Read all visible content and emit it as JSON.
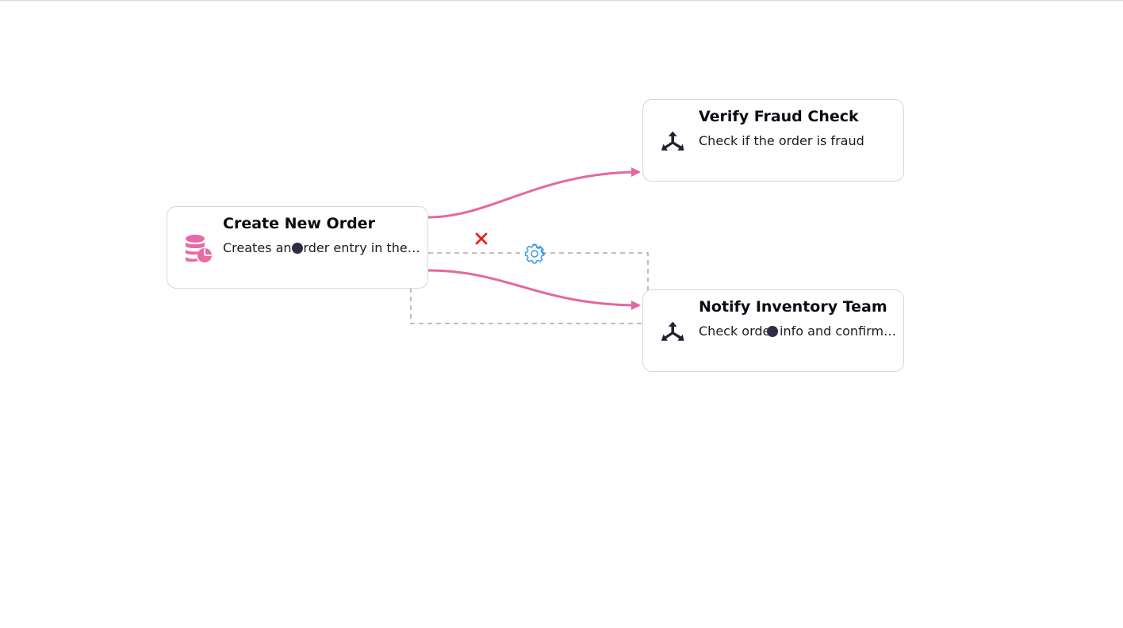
{
  "nodes": [
    {
      "id": "create-order",
      "title": "Create New Order",
      "description": "Creates an order entry in the database",
      "icon": "database-chart-icon",
      "icon_color": "#e86aa6"
    },
    {
      "id": "verify-fraud",
      "title": "Verify Fraud Check",
      "description": "Check if the order is fraud",
      "icon": "split-arrows-icon",
      "icon_color": "#1f2233"
    },
    {
      "id": "notify-inventory",
      "title": "Notify Inventory Team",
      "description": "Check order info and confirm inventory",
      "icon": "split-arrows-icon",
      "icon_color": "#1f2233"
    }
  ],
  "edges": [
    {
      "from": "create-order",
      "to": "verify-fraud"
    },
    {
      "from": "create-order",
      "to": "notify-inventory",
      "selected": true
    }
  ],
  "colors": {
    "edge": "#e5679f",
    "node_border": "#d6d3e6",
    "delete": "#e8231a",
    "settings": "#3b9ee6",
    "selection": "#9a9a9a",
    "handle": "#2d2d44"
  },
  "toolbar": {
    "delete_icon": "close-icon",
    "settings_icon": "gear-icon"
  }
}
